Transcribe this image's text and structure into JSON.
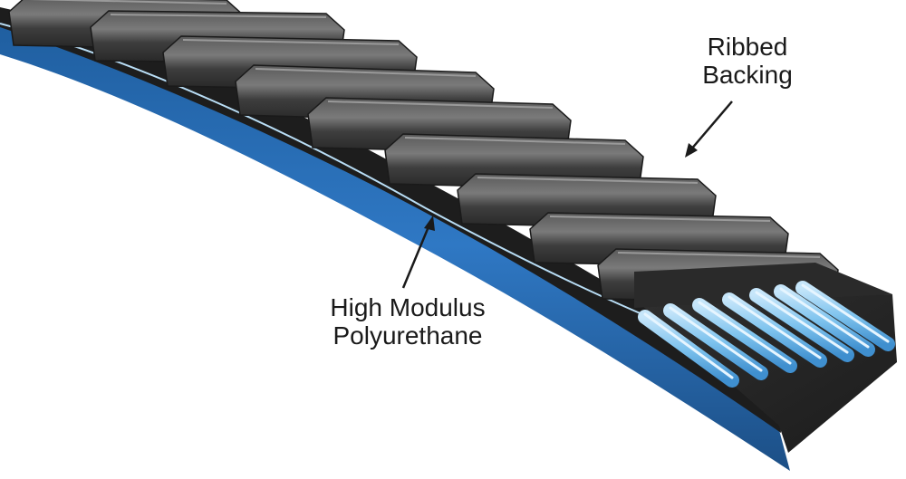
{
  "callouts": {
    "ribbed_backing": {
      "line1": "Ribbed",
      "line2": "Backing"
    },
    "polyurethane": {
      "line1": "High Modulus",
      "line2": "Polyurethane"
    }
  },
  "colors": {
    "rubber_dark": "#2b2b2b",
    "rubber_mid": "#4a4a4a",
    "rubber_light": "#6e6e6e",
    "belt_side_blue": "#2f78c4",
    "cord_blue": "#7ec3ee",
    "cord_highlight": "#c6e6fa",
    "arrow": "#1a1a1a"
  }
}
